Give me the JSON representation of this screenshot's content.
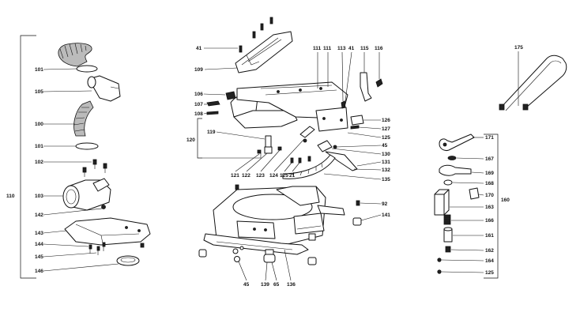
{
  "labels": {
    "l101a": "101",
    "l105": "105",
    "l100": "100",
    "l101b": "101",
    "l102": "102",
    "l103": "103",
    "l142": "142",
    "l143": "143",
    "l144": "144",
    "l145": "145",
    "l146": "146",
    "l110": "110",
    "l41a": "41",
    "l109": "109",
    "l106": "106",
    "l107": "107",
    "l108": "108",
    "l119": "119",
    "l120": "120",
    "l121": "121",
    "l122": "122",
    "l123": "123",
    "l124": "124",
    "l125a": "125",
    "l21": "21",
    "l111a": "111",
    "l111b": "111",
    "l113": "113",
    "l41b": "41",
    "l115": "115",
    "l116": "116",
    "l126": "126",
    "l127": "127",
    "l125b": "125",
    "l45a": "45",
    "l130": "130",
    "l131": "131",
    "l132": "132",
    "l135": "135",
    "l92": "92",
    "l141": "141",
    "l45b": "45",
    "l139": "139",
    "l65": "65",
    "l136": "136",
    "l175": "175",
    "l171": "171",
    "l167": "167",
    "l169": "169",
    "l168": "168",
    "l170": "170",
    "l163": "163",
    "l166": "166",
    "l161": "161",
    "l162": "162",
    "l164": "164",
    "l125c": "125",
    "l160": "160"
  }
}
